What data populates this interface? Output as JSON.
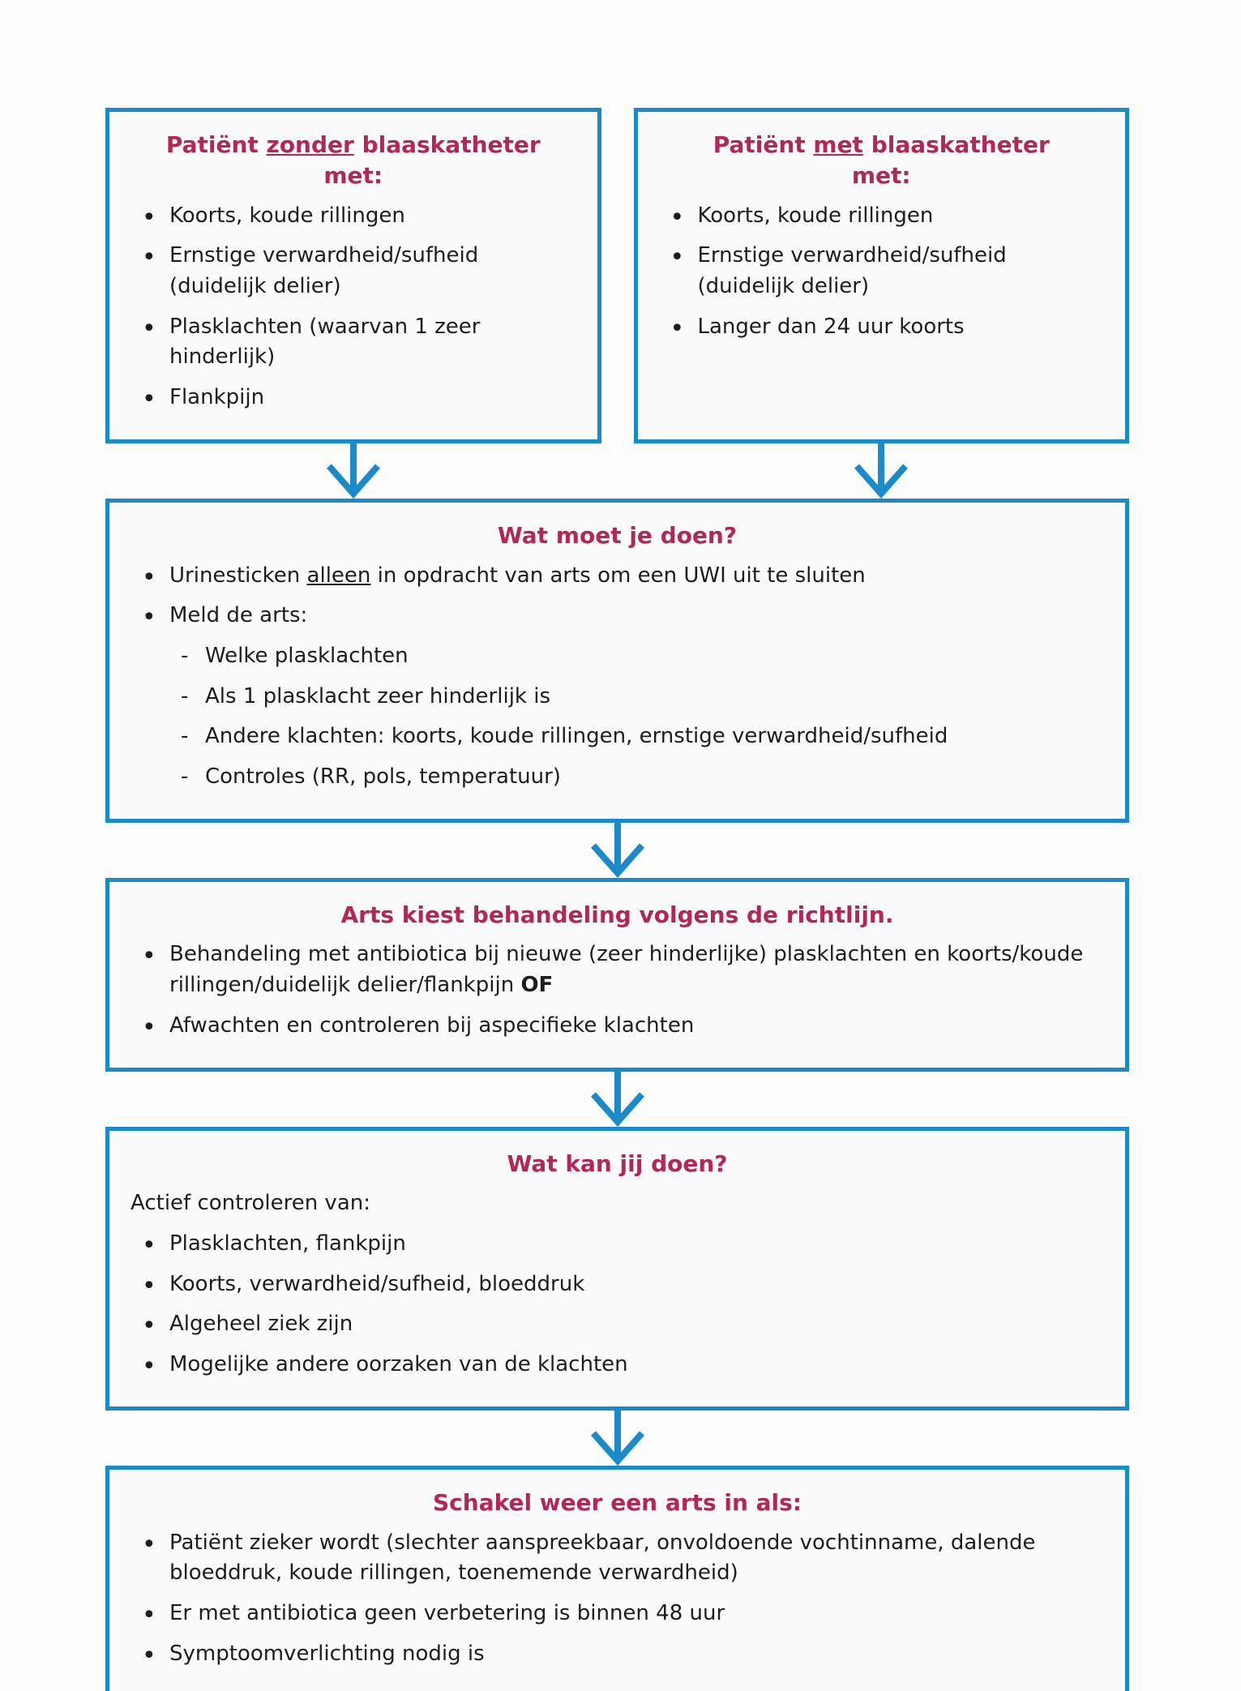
{
  "palette": {
    "border_blue": "#1a8ac8",
    "arrow_blue": "#1a8ac8",
    "title_red": "#b22855",
    "text_black": "#1d1d1d"
  },
  "boxes": {
    "patient_zonder": {
      "title_pre": "Patiënt ",
      "title_underlined": "zonder",
      "title_post": " blaaskatheter",
      "title_line2": "met:",
      "items": [
        "Koorts, koude rillingen",
        "Ernstige verwardheid/sufheid (duidelijk delier)",
        "Plasklachten (waarvan 1 zeer hinderlijk)",
        "Flankpijn"
      ]
    },
    "patient_met": {
      "title_pre": "Patiënt ",
      "title_underlined": "met",
      "title_post": " blaaskatheter",
      "title_line2": "met:",
      "items": [
        "Koorts, koude rillingen",
        "Ernstige verwardheid/sufheid (duidelijk delier)",
        "Langer dan 24 uur koorts"
      ]
    },
    "wat_moet_je_doen": {
      "title": "Wat moet je doen?",
      "item1_pre": "Urinesticken ",
      "item1_underlined": "alleen",
      "item1_post": " in opdracht van arts om een UWI uit te sluiten",
      "item2": "Meld de arts:",
      "sub_items": [
        "Welke plasklachten",
        "Als 1 plasklacht zeer hinderlijk is",
        "Andere klachten: koorts, koude rillingen, ernstige verwardheid/sufheid",
        "Controles (RR, pols, temperatuur)"
      ]
    },
    "arts_kiest": {
      "title": "Arts kiest behandeling volgens de richtlijn.",
      "item1_pre": "Behandeling met antibiotica bij nieuwe (zeer hinderlijke) plasklachten en koorts/koude rillingen/duidelijk delier/flankpijn ",
      "item1_bold": "OF",
      "item2": "Afwachten en controleren bij aspecifieke klachten"
    },
    "wat_kan_jij_doen": {
      "title": "Wat kan jij doen?",
      "intro": "Actief controleren van:",
      "items": [
        "Plasklachten, flankpijn",
        "Koorts, verwardheid/sufheid, bloeddruk",
        "Algeheel ziek zijn",
        "Mogelijke andere oorzaken van de klachten"
      ]
    },
    "schakel_arts": {
      "title": "Schakel weer een arts in als:",
      "items": [
        "Patiënt zieker wordt (slechter aanspreekbaar, onvoldoende vochtinname, dalende bloeddruk, koude rillingen, toenemende verwardheid)",
        "Er met antibiotica geen verbetering is binnen 48 uur",
        "Symptoomverlichting nodig is"
      ]
    }
  }
}
